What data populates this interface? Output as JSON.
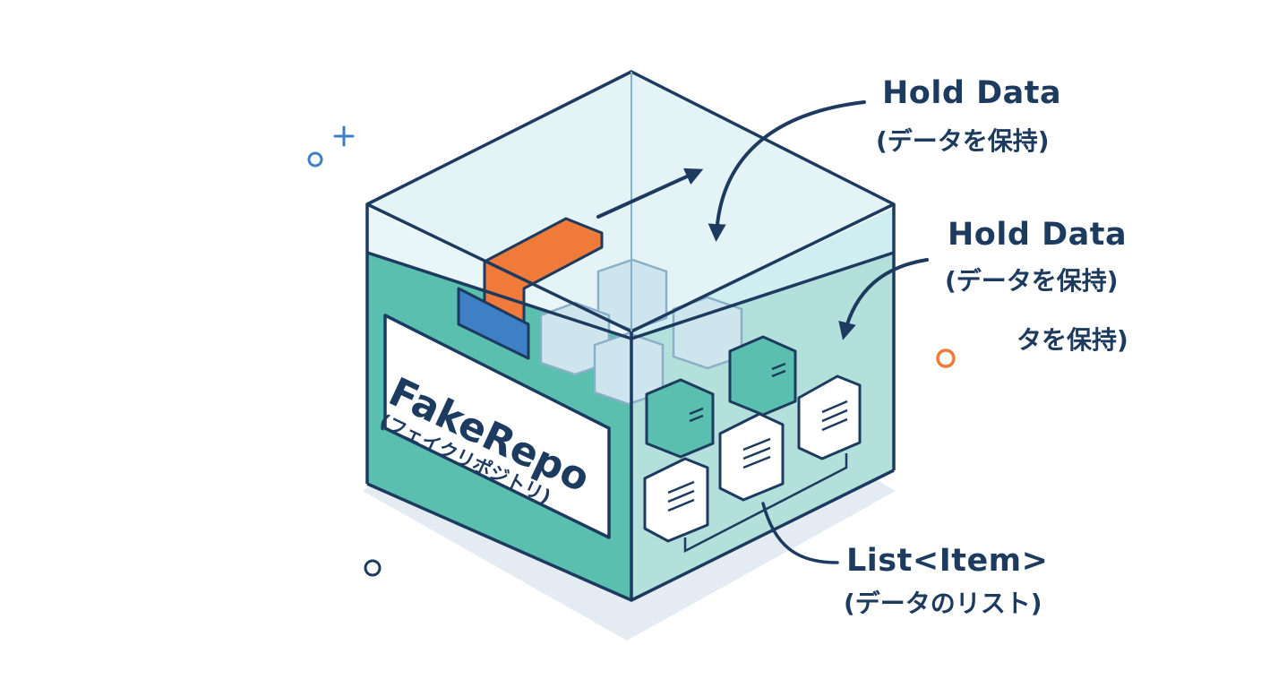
{
  "repo": {
    "name": "FakeRepo",
    "subtitle": "(フェイクリポジトリ)"
  },
  "labels": {
    "hold_data_1": {
      "title": "Hold Data",
      "subtitle": "(データを保持)"
    },
    "hold_data_2": {
      "title": "Hold Data",
      "subtitle": "(データを保持)"
    },
    "hold_data_fragment": "タを保持)",
    "list_item": {
      "title": "List<Item>",
      "subtitle": "(データのリスト)"
    }
  },
  "colors": {
    "outline": "#1d3a5f",
    "teal_fill": "#5bbfb0",
    "glass_fill": "#dff1f5",
    "accent_orange": "#f07a3a",
    "accent_blue": "#3f7fc6"
  }
}
